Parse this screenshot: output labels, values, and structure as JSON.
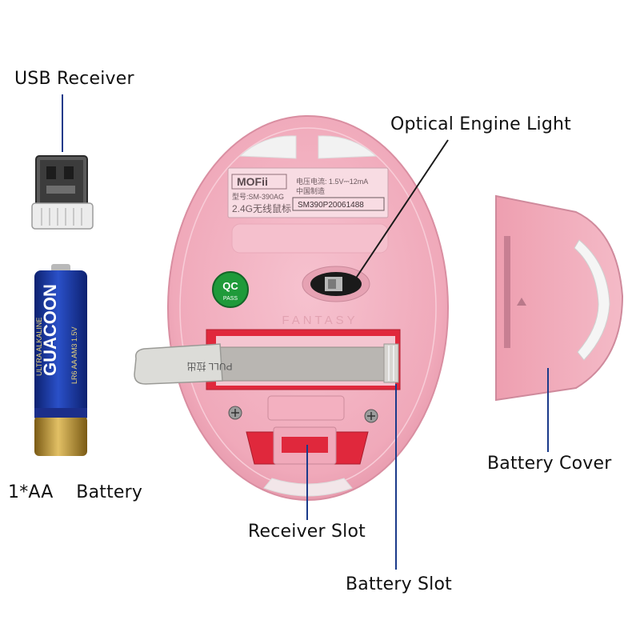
{
  "labels": {
    "usb_receiver": "USB Receiver",
    "battery": "1*AA    Battery",
    "optical_engine": "Optical Engine Light",
    "battery_cover": "Battery Cover",
    "receiver_slot": "Receiver Slot",
    "battery_slot": "Battery Slot"
  },
  "mouse_sticker": {
    "brand": "MOFii",
    "voltage": "电压电流: 1.5V⎓12mA",
    "origin": "中国制造",
    "model": "型号:SM-390AG",
    "product": "2.4G无线鼠标",
    "serial": "SM390P20061488"
  },
  "qc_badge": {
    "top": "QC",
    "bottom": "PASS"
  },
  "embossed_text": "FANTASY",
  "pull_tab": "PULL 拉出",
  "battery_print": {
    "brand": "GUACOON",
    "line1": "LR6 AA AM3 1.5V",
    "line2": "ULTRA ALKALINE"
  },
  "colors": {
    "mouse_pink": "#f3b0c0",
    "cover_pink": "#f1aebb",
    "slot_red": "#e0283c",
    "battery_blue": "#1a3aa0",
    "battery_gold": "#c9a23a",
    "qc_green": "#1f9a3a"
  }
}
